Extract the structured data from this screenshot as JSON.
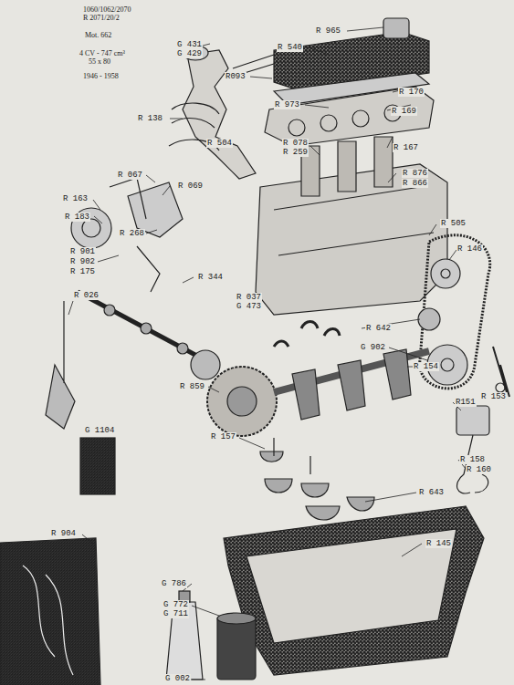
{
  "diagram": {
    "labels": [
      "1060/1062/2070",
      "R 2071/20/2",
      "Mot. 662",
      "4 CV - 747 cm³",
      "55 x 80",
      "1946 - 1958",
      "G 431",
      "G 429",
      "R 540",
      "R 965",
      "R093",
      "R 170",
      "R 973",
      "R 169",
      "R 138",
      "R 504",
      "R 078",
      "R 259",
      "R 167",
      "R 067",
      "R 069",
      "R 163",
      "R 876",
      "R 866",
      "R 183",
      "R 268",
      "R 505",
      "R 901",
      "R 902",
      "R 175",
      "R 344",
      "R 146",
      "R 026",
      "R 037",
      "G 473",
      "R 642",
      "G 902",
      "R 154",
      "R 153",
      "R 859",
      "R151",
      "G 1104",
      "R 157",
      "R 158",
      "R 160",
      "R 643",
      "R 904",
      "R 145",
      "G 786",
      "G 772",
      "G 711",
      "G 002"
    ]
  }
}
